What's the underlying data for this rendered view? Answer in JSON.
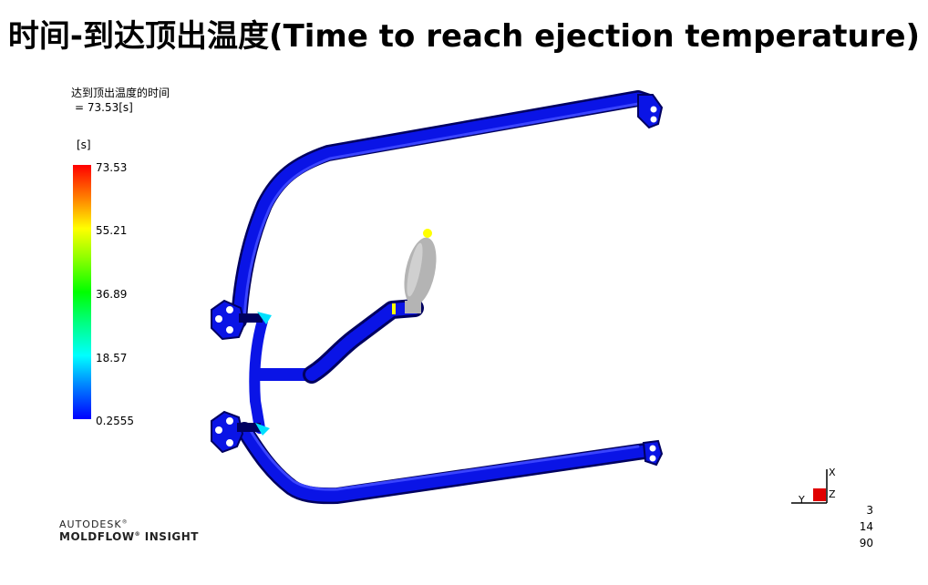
{
  "title": "时间-到达顶出温度(Time to reach ejection temperature)",
  "result": {
    "label": "达到顶出温度的时间",
    "value": "= 73.53[s]"
  },
  "legend": {
    "unit": "[s]",
    "ticks": [
      "73.53",
      "55.21",
      "36.89",
      "18.57",
      "0.2555"
    ],
    "colors": {
      "top": "#ff0000",
      "mid": "#00ff00",
      "bottom": "#0000ff"
    }
  },
  "model_colors": {
    "part": "#0a14e6",
    "edge": "#000060",
    "insert": "#b4b4b4",
    "gate": "#ffff00",
    "highlight": "#00e0ff"
  },
  "branding": {
    "line1": "AUTODESK",
    "line2": "MOLDFLOW",
    "line3": "INSIGHT"
  },
  "triad": {
    "x": "X",
    "y": "Y",
    "z": "Z"
  },
  "scale_numbers": [
    "3",
    "14",
    "90"
  ]
}
